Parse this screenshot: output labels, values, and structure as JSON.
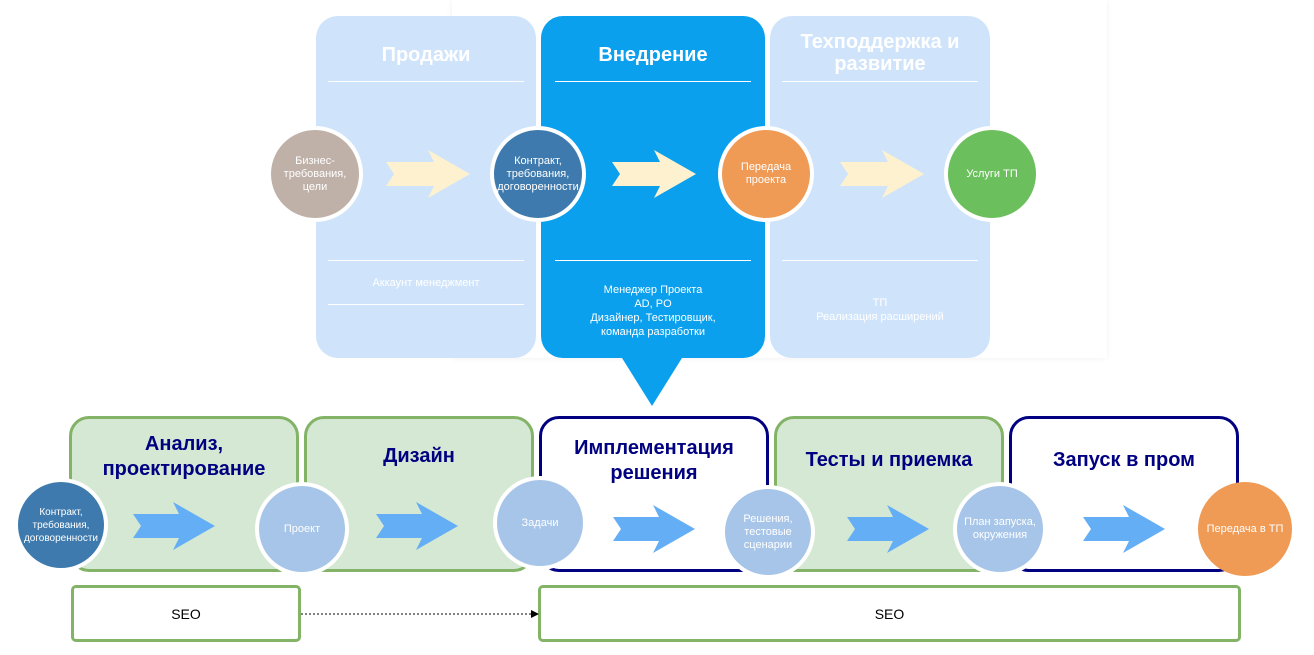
{
  "top_columns": [
    {
      "title": "Продажи",
      "footer": "Аккаунт менеджмент"
    },
    {
      "title": "Внедрение",
      "footer": "Менеджер Проекта\nAD, PO\nДизайнер, Тестировщик,\nкоманда разработки"
    },
    {
      "title": "Техподдержка и развитие",
      "footer": "ТП\nРеализация расширений"
    }
  ],
  "top_circles": [
    {
      "label": "Бизнес-\nтребования,\nцели",
      "color": "#bfb1a8"
    },
    {
      "label": "Контракт,\nтребования,\nдоговоренности",
      "color": "#3e7aad"
    },
    {
      "label": "Передача\nпроекта",
      "color": "#ef9a55"
    },
    {
      "label": "Услуги ТП",
      "color": "#6bbf5c"
    }
  ],
  "bottom_boxes": [
    {
      "title": "Анализ,\nпроектирование"
    },
    {
      "title": "Дизайн"
    },
    {
      "title": "Имплементация\nрешения"
    },
    {
      "title": "Тесты и приемка"
    },
    {
      "title": "Запуск в пром"
    }
  ],
  "bottom_circles": [
    {
      "label": "Контракт,\nтребования,\nдоговоренности",
      "color": "#3e7aad"
    },
    {
      "label": "Проект",
      "color": "#a6c5e8"
    },
    {
      "label": "Задачи",
      "color": "#a6c5e8"
    },
    {
      "label": "Решения,\nтестовые\nсценарии",
      "color": "#a6c5e8"
    },
    {
      "label": "План запуска,\nокружения",
      "color": "#a6c5e8"
    },
    {
      "label": "Передача в ТП",
      "color": "#ef9a55"
    }
  ],
  "seo": {
    "left_label": "SEO",
    "right_label": "SEO"
  },
  "colors": {
    "top_panel": "#cfe4fb",
    "top_panel_active": "#0aa0ee",
    "top_arrow": "#fdf1cf",
    "bottom_arrow": "#64aef5",
    "green_border": "#82b366",
    "green_fill": "#d5e8d4",
    "navy": "#000080"
  }
}
